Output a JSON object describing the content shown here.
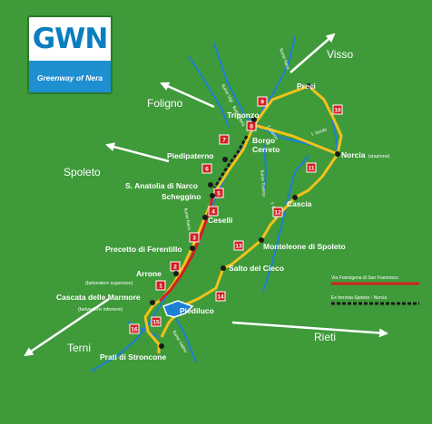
{
  "logo": {
    "title": "GWN",
    "subtitle": "Greenway of Nera"
  },
  "places": [
    {
      "name": "Preci"
    },
    {
      "name": "Triponzo"
    },
    {
      "name": "Borgo Cerreto"
    },
    {
      "name": "Norcia",
      "note": "(stazione)"
    },
    {
      "name": "Piedipaterno"
    },
    {
      "name": "S. Anatolia di Narco"
    },
    {
      "name": "Scheggino"
    },
    {
      "name": "Cascia"
    },
    {
      "name": "Ceselli"
    },
    {
      "name": "Precetto di Ferentillo"
    },
    {
      "name": "Monteleone di Spoleto"
    },
    {
      "name": "Arrone"
    },
    {
      "name": "Salto del Cieco"
    },
    {
      "name": "Cascata delle Marmore"
    },
    {
      "name": "Piediluco"
    },
    {
      "name": "Prati di Stroncone"
    },
    {
      "name": "(belvedere superiore)"
    },
    {
      "name": "(belvedere inferiore)"
    }
  ],
  "directions": [
    "Visso",
    "Foligno",
    "Spoleto",
    "Terni",
    "Rieti"
  ],
  "rivers": [
    "fiume Nera",
    "fiume Vigi",
    "fiume Nera",
    "f. Corno",
    "f. Sordo",
    "fiume Tissino",
    "f. Corno",
    "fiume Nera",
    "fiume Velino"
  ],
  "stage_numbers": [
    "1",
    "2",
    "3",
    "4",
    "5",
    "6",
    "7",
    "8",
    "9",
    "10",
    "11",
    "12",
    "13",
    "14",
    "15",
    "16"
  ],
  "legend": [
    {
      "label": "Via Francigena di San Francesco",
      "color": "#d32020"
    },
    {
      "label": "Ex ferrovia Spoleto - Norcia",
      "color": "#1a1a1a"
    }
  ],
  "colors": {
    "background": "#3f9a3a",
    "route": "#f2c21b",
    "river": "#1e7fd6",
    "francigena": "#d32020",
    "railway": "#1a1a1a",
    "stage_box": "#d32020"
  }
}
